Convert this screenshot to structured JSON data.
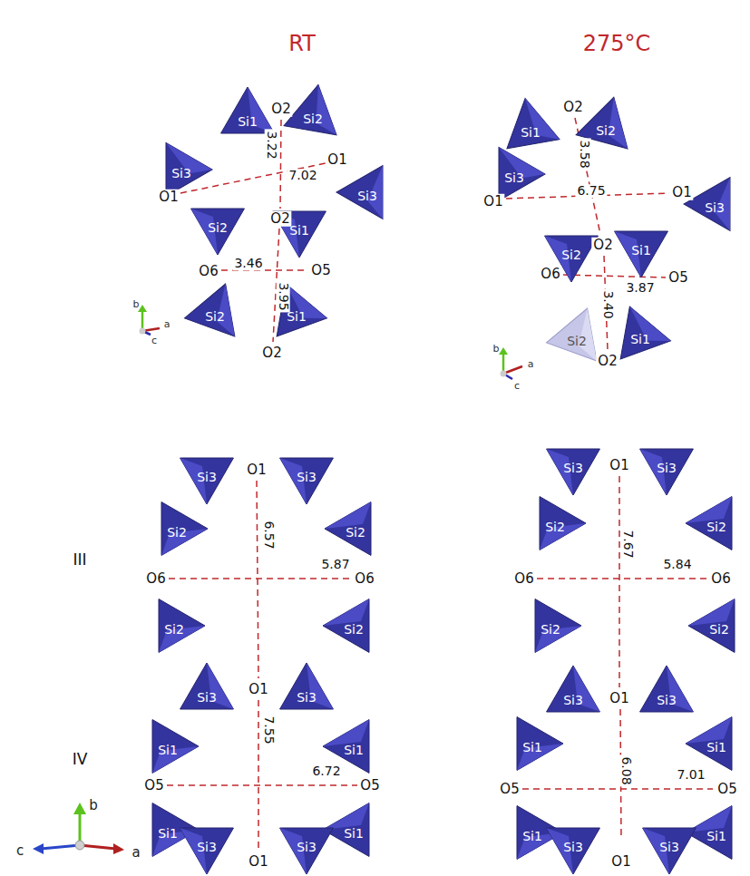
{
  "diagram": {
    "nodes": [
      {
        "text": [
          "Si1"
        ]
      },
      {
        "text": [
          "Si2"
        ]
      },
      {
        "text": [
          "Si3"
        ]
      },
      {
        "text": [
          "Si3"
        ]
      },
      {
        "text": [
          "Si2"
        ]
      },
      {
        "text": [
          "Si1"
        ]
      },
      {
        "text": [
          "Si2"
        ]
      },
      {
        "text": [
          "Si1"
        ]
      },
      {
        "text": [
          "Si1"
        ]
      },
      {
        "text": [
          "Si2"
        ]
      },
      {
        "text": [
          "Si3"
        ]
      },
      {
        "text": [
          "Si3"
        ]
      },
      {
        "text": [
          "Si2"
        ]
      },
      {
        "text": [
          "Si1"
        ]
      },
      {
        "text": [
          "Si2"
        ]
      },
      {
        "text": [
          "Si1"
        ]
      },
      {
        "text": [
          "Si3"
        ]
      },
      {
        "text": [
          "Si3"
        ]
      },
      {
        "text": [
          "Si2"
        ]
      },
      {
        "text": [
          "Si2"
        ]
      },
      {
        "text": [
          "Si2"
        ]
      },
      {
        "text": [
          "Si2"
        ]
      },
      {
        "text": [
          "Si3"
        ]
      },
      {
        "text": [
          "Si3"
        ]
      },
      {
        "text": [
          "Si1"
        ]
      },
      {
        "text": [
          "Si1"
        ]
      },
      {
        "text": [
          "Si1"
        ]
      },
      {
        "text": [
          "Si1"
        ]
      },
      {
        "text": [
          "Si3"
        ]
      },
      {
        "text": [
          "Si3"
        ]
      },
      {
        "text": [
          "Si3"
        ]
      },
      {
        "text": [
          "Si3"
        ]
      },
      {
        "text": [
          "Si2"
        ]
      },
      {
        "text": [
          "Si2"
        ]
      },
      {
        "text": [
          "Si2"
        ]
      },
      {
        "text": [
          "Si2"
        ]
      },
      {
        "text": [
          "Si3"
        ]
      },
      {
        "text": [
          "Si3"
        ]
      },
      {
        "text": [
          "Si1"
        ]
      },
      {
        "text": [
          "Si1"
        ]
      },
      {
        "text": [
          "Si1"
        ]
      },
      {
        "text": [
          "Si1"
        ]
      },
      {
        "text": [
          "Si3"
        ]
      },
      {
        "text": [
          "Si3"
        ]
      }
    ],
    "labels": [
      "RT",
      "275°C",
      "O2",
      "O1",
      "O1",
      "O2",
      "O6",
      "O5",
      "O2",
      "3.22",
      "7.02",
      "3.46",
      "3.95",
      "b",
      "a",
      "c",
      "O2",
      "O1",
      "O1",
      "6.75",
      "3.58",
      "O2",
      "O6",
      "3.40",
      "3.87",
      "O5",
      "O2",
      "b",
      "a",
      "c",
      "III",
      "IV",
      "O1",
      "6.57",
      "O6",
      "5.87",
      "O6",
      "O1",
      "7.55",
      "O5",
      "6.72",
      "O5",
      "O1",
      "b",
      "c",
      "a",
      "O1",
      "7.67",
      "O6",
      "5.84",
      "O6",
      "O1",
      "6.08",
      "O5",
      "7.01",
      "O5",
      "O1"
    ]
  }
}
